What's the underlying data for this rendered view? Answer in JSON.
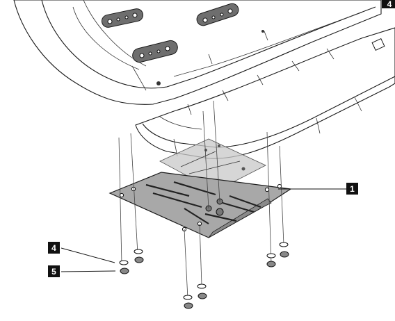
{
  "callouts": [
    {
      "label": "1"
    },
    {
      "label": "4"
    },
    {
      "label": "5"
    },
    {
      "label": "4"
    }
  ],
  "colors": {
    "ink": "#1a1a1a",
    "plate": "#a8a8a8",
    "plate_shadow": "#8a8a8a",
    "transparent_plate": "#c8c8c8",
    "callout_bg": "#111111"
  }
}
